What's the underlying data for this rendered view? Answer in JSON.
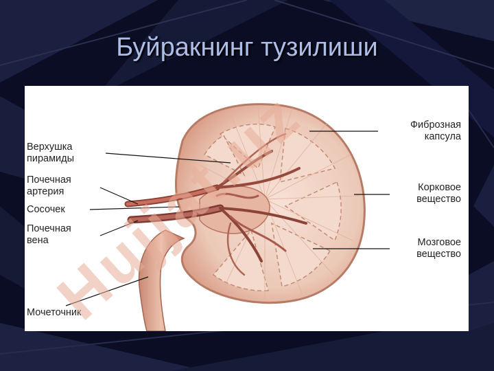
{
  "slide": {
    "title": "Буйракнинг тузилиши",
    "watermark": "Hujjat.uz"
  },
  "diagram": {
    "labels_left": [
      {
        "line1": "Верхушка",
        "line2": "пирамиды"
      },
      {
        "line1": "Почечная",
        "line2": "артерия"
      },
      {
        "line1": "Сосочек",
        "line2": ""
      },
      {
        "line1": "Почечная",
        "line2": "вена"
      },
      {
        "line1": "Мочеточник",
        "line2": ""
      }
    ],
    "labels_right": [
      {
        "line1": "Фиброзная",
        "line2": "капсула"
      },
      {
        "line1": "Корковое",
        "line2": "вещество"
      },
      {
        "line1": "Мозговое",
        "line2": "вещество"
      }
    ]
  },
  "colors": {
    "background": "#0a0c22",
    "title": "#aebde6",
    "cortex": "#e9c4b4",
    "medulla": "#f1d6c8",
    "vessel_dark": "#a4564a",
    "watermark": "#e8ad97"
  }
}
